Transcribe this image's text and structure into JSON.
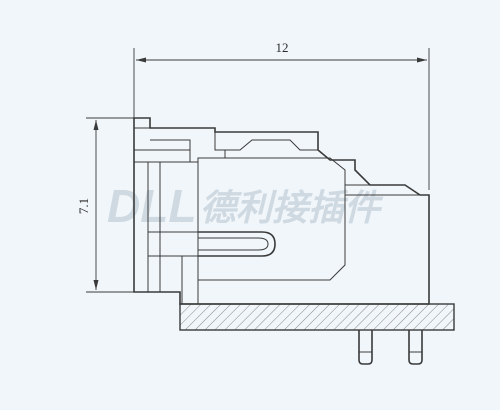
{
  "dimensions": {
    "width_label": "12",
    "height_label": "7.1"
  },
  "watermark": {
    "latin": "DLL",
    "cjk": "德利接插件"
  },
  "colors": {
    "background": "#f1f6fa",
    "line": "#3a3a3a",
    "watermark": "#c9d3dc"
  }
}
